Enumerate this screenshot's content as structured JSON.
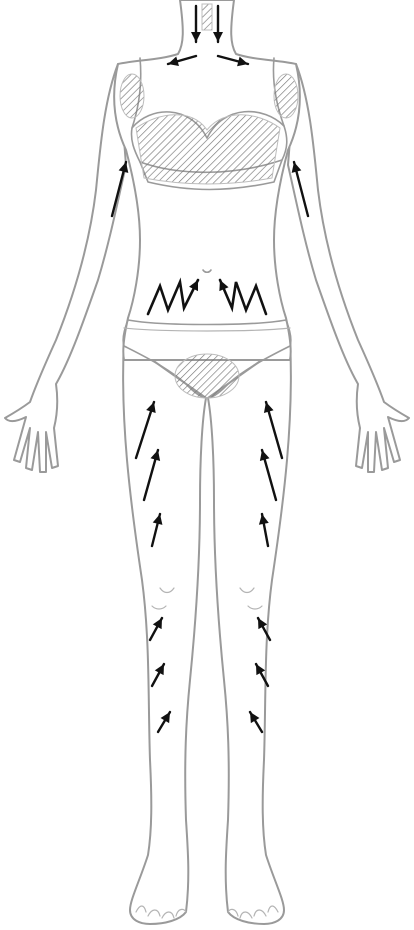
{
  "figure": {
    "subject": "female-body-front",
    "line_color": "#9a9a9a",
    "arrow_color": "#111111",
    "hatch_color": "#777777",
    "background": "#ffffff"
  },
  "icons": [
    "body-outline",
    "hatched-zone",
    "direction-arrow",
    "zigzag-arrow"
  ]
}
